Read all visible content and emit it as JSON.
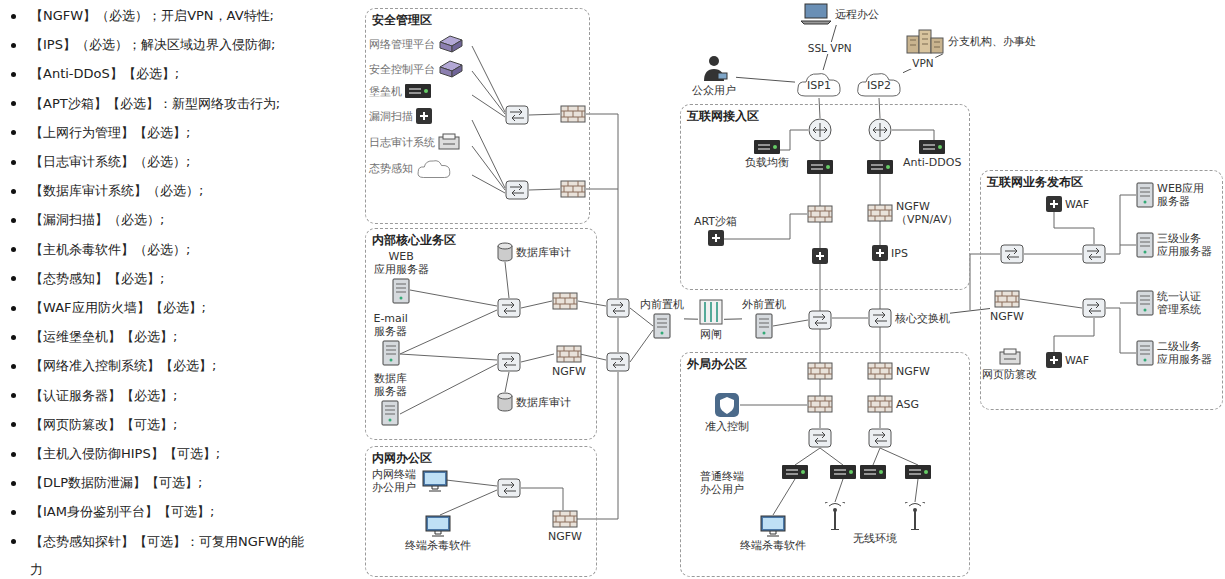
{
  "diagram": {
    "nodes": [
      {
        "text": [
          "安全管理区"
        ]
      },
      {
        "text": [
          "网络管理平台"
        ],
        "in": 0
      },
      {
        "text": [
          "安全控制平台"
        ],
        "in": 0
      },
      {
        "text": [
          "堡垒机"
        ],
        "in": 0
      },
      {
        "text": [
          "漏洞扫描"
        ],
        "in": 0
      },
      {
        "text": [
          "日志审计系统"
        ],
        "in": 0
      },
      {
        "text": [
          "态势感知"
        ],
        "in": 0
      },
      {
        "text": [
          "内部核心业务区"
        ]
      },
      {
        "text": [
          "WEB 应用服务器"
        ],
        "in": 7
      },
      {
        "text": [
          "E-mail 服务器"
        ],
        "in": 7
      },
      {
        "text": [
          "数据库 服务器"
        ],
        "in": 7
      },
      {
        "text": [
          "数据库审计"
        ],
        "in": 7
      },
      {
        "text": [
          "数据库审计"
        ],
        "in": 7
      },
      {
        "text": [
          "NGFW"
        ],
        "in": 7
      },
      {
        "text": [
          "内网办公区"
        ]
      },
      {
        "text": [
          "内网终端 办公用户"
        ],
        "in": 14
      },
      {
        "text": [
          "终端杀毒软件"
        ],
        "in": 14
      },
      {
        "text": [
          "NGFW"
        ],
        "in": 14
      },
      {
        "text": [
          "内前置机"
        ]
      },
      {
        "text": [
          "网闸"
        ]
      },
      {
        "text": [
          "外前置机"
        ]
      },
      {
        "text": [
          "核心交换机"
        ]
      },
      {
        "text": [
          "公众用户"
        ]
      },
      {
        "text": [
          "远程办公"
        ]
      },
      {
        "text": [
          "分支机构、办事处"
        ]
      },
      {
        "text": [
          "ISP1"
        ]
      },
      {
        "text": [
          "ISP2"
        ]
      },
      {
        "text": [
          "互联网接入区"
        ]
      },
      {
        "text": [
          "负载均衡"
        ],
        "in": 27
      },
      {
        "text": [
          "Anti-DDOS"
        ],
        "in": 27
      },
      {
        "text": [
          "ART沙箱"
        ],
        "in": 27
      },
      {
        "text": [
          "NGFW （VPN/AV）"
        ],
        "in": 27
      },
      {
        "text": [
          "IPS"
        ],
        "in": 27
      },
      {
        "text": [
          "外局办公区"
        ]
      },
      {
        "text": [
          "准入控制"
        ],
        "in": 33
      },
      {
        "text": [
          "NGFW"
        ],
        "in": 33
      },
      {
        "text": [
          "ASG"
        ],
        "in": 33
      },
      {
        "text": [
          "终端杀毒软件"
        ],
        "in": 33
      },
      {
        "text": [
          "无线环境"
        ],
        "in": 33
      },
      {
        "text": [
          "互联网业务发布区"
        ]
      },
      {
        "text": [
          "WAF"
        ],
        "in": 39
      },
      {
        "text": [
          "WEB应用 服务器"
        ],
        "in": 39
      },
      {
        "text": [
          "三级业务 应用服务器"
        ],
        "in": 39
      },
      {
        "text": [
          "统一认证 管理系统"
        ],
        "in": 39
      },
      {
        "text": [
          "二级业务 应用服务器"
        ],
        "in": 39
      },
      {
        "text": [
          "WAF"
        ],
        "in": 39
      },
      {
        "text": [
          "NGFW"
        ],
        "in": 39
      },
      {
        "text": [
          "网页防篡改"
        ],
        "in": 39
      }
    ],
    "edges": [
      {
        "from": 23,
        "to": 25,
        "label": "SSL VPN",
        "arrow": "none"
      },
      {
        "from": 24,
        "to": 26,
        "label": "VPN",
        "arrow": "none"
      },
      {
        "from": 22,
        "to": 25,
        "arrow": "none"
      },
      {
        "from": 18,
        "to": 19,
        "arrow": "none"
      },
      {
        "from": 19,
        "to": 20,
        "arrow": "none"
      },
      {
        "from": 21,
        "to": 46,
        "arrow": "none"
      }
    ],
    "labels": [
      "【NGFW】（必选）；开启VPN，AV特性;",
      "【IPS】（必选）；解决区域边界入侵防御;",
      "【Anti-DDoS】【必选】;",
      "【APT沙箱】【必选】：新型网络攻击行为;",
      "【上网行为管理】【必选】;",
      "【日志审计系统】（必选）;",
      "【数据库审计系统】（必选）;",
      "【漏洞扫描】（必选）;",
      "【主机杀毒软件】（必选）;",
      "【态势感知】【必选】;",
      "【WAF应用防火墙】【必选】;",
      "【运维堡垒机】【必选】;",
      "【网络准入控制系统】【必选】;",
      "【认证服务器】【必选】;",
      "【网页防篡改】【可选】;",
      "【主机入侵防御HIPS】【可选】;",
      "【DLP数据防泄漏】【可选】;",
      "【IAM身份鉴别平台】【可选】;",
      "【态势感知探针】【可选】：可复用NGFW的能力",
      "普通终端 办公用户"
    ]
  }
}
